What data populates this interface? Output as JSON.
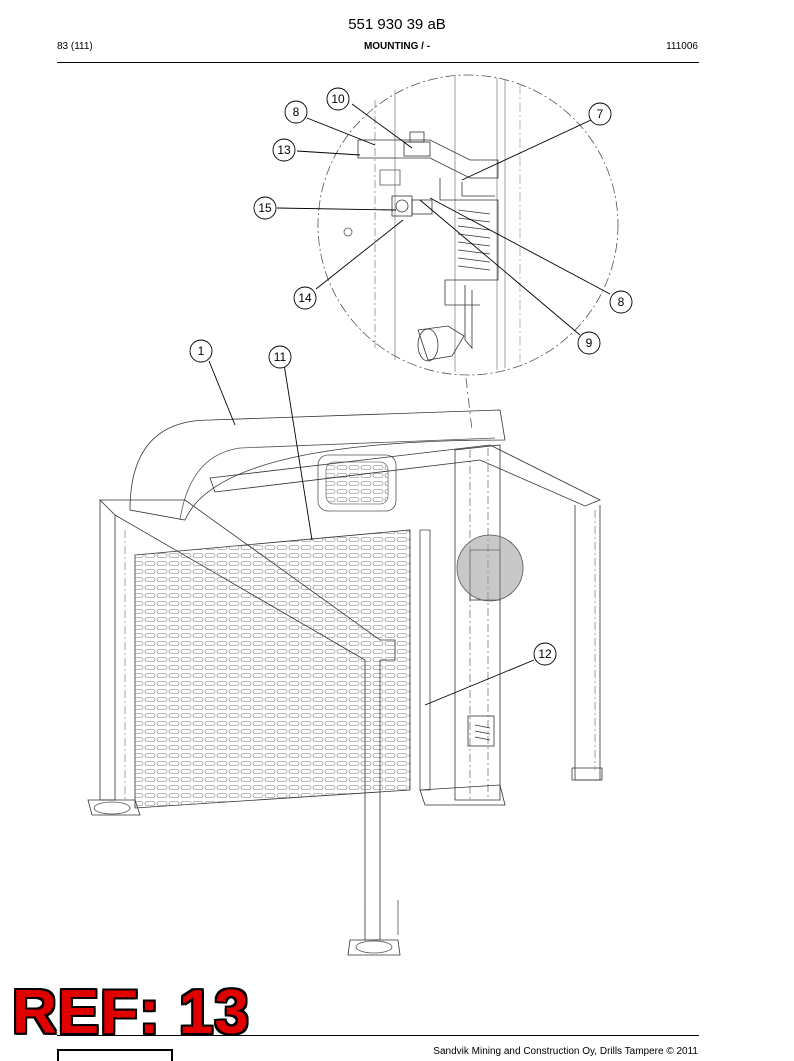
{
  "header": {
    "document_number": "551 930 39 aB",
    "page": "83 (111)",
    "section": "MOUNTING / -",
    "code": "111006"
  },
  "drawing": {
    "callouts": [
      "1",
      "7",
      "8",
      "8",
      "9",
      "10",
      "11",
      "12",
      "13",
      "14",
      "15"
    ]
  },
  "stamp": {
    "text": "REF: 13"
  },
  "footer": {
    "copyright": "Sandvik Mining and Construction Oy, Drills Tampere © 2011"
  }
}
